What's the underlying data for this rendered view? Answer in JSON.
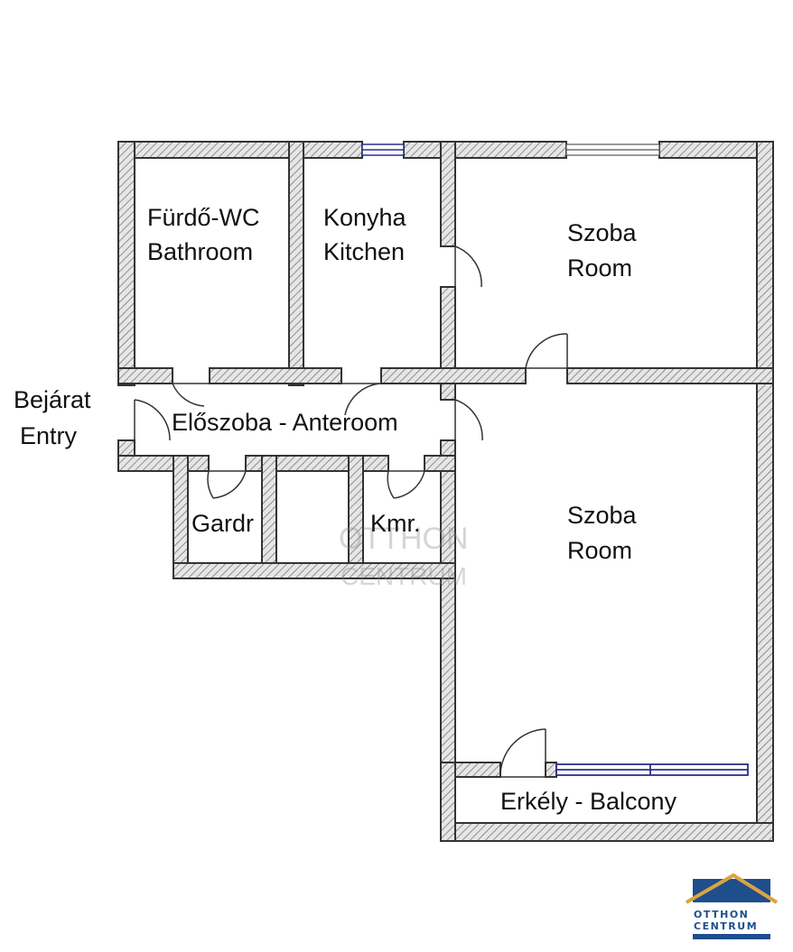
{
  "rooms": {
    "bathroom": {
      "name_hu": "Fürdő-WC",
      "name_en": "Bathroom"
    },
    "kitchen": {
      "name_hu": "Konyha",
      "name_en": "Kitchen"
    },
    "room_top": {
      "name_hu": "Szoba",
      "name_en": "Room"
    },
    "room_bottom": {
      "name_hu": "Szoba",
      "name_en": "Room"
    },
    "entry": {
      "name_hu": "Bejárat",
      "name_en": "Entry"
    },
    "anteroom": {
      "label": "Előszoba - Anteroom"
    },
    "wardrobe": {
      "label": "Gardr"
    },
    "pantry": {
      "label": "Kmr."
    },
    "balcony": {
      "label": "Erkély - Balcony"
    }
  },
  "watermark": {
    "line1": "OTTHON",
    "line2": "CENTRUM"
  },
  "logo": {
    "line1": "OTTHON",
    "line2": "CENTRUM",
    "colors": {
      "blue": "#1f4e8c",
      "gold": "#d9a441"
    }
  },
  "colors": {
    "wall_fill": "#dcdcdc",
    "wall_stroke": "#333333",
    "window": "#2b2f8a"
  }
}
